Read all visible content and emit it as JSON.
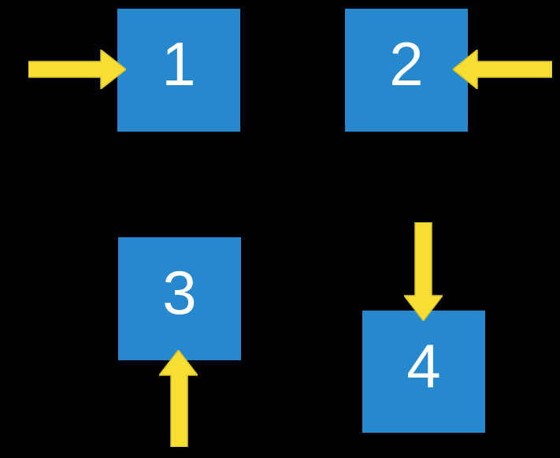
{
  "colors": {
    "background": "#000000",
    "square": "#2689CE",
    "label": "#FFFFFF",
    "arrow": "#F6DE33",
    "arrow_border": "#D9C22B"
  },
  "squares": [
    {
      "label": "1",
      "arrow_direction": "right",
      "arrow_enters_from": "left"
    },
    {
      "label": "2",
      "arrow_direction": "left",
      "arrow_enters_from": "right"
    },
    {
      "label": "3",
      "arrow_direction": "up",
      "arrow_enters_from": "bottom"
    },
    {
      "label": "4",
      "arrow_direction": "down",
      "arrow_enters_from": "top"
    }
  ]
}
